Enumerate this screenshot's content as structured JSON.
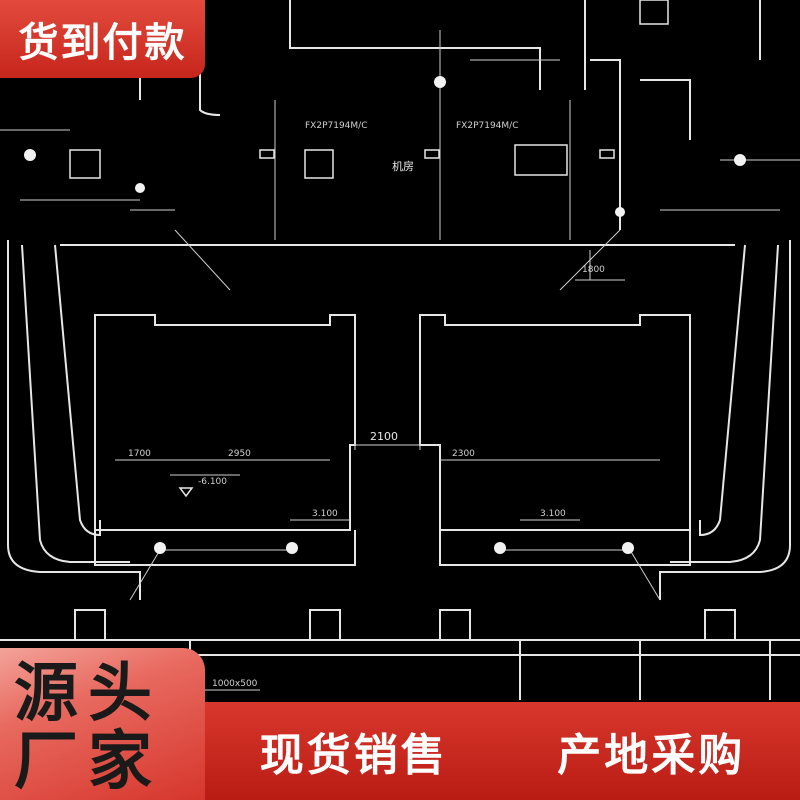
{
  "badge_top": {
    "label": "货到付款"
  },
  "banner": {
    "left_line1": "源头",
    "left_line2": "厂家",
    "right_slogan1": "现货销售",
    "right_slogan2": "产地采购"
  },
  "drawing": {
    "room_label": "机房",
    "dim_center": "2100",
    "dim_left_a": "1700",
    "dim_left_b": "2950",
    "dim_right_a": "2300",
    "dim_elev": "-6.100",
    "dim_left_level": "3.100",
    "dim_right_level": "3.100",
    "dim_lower_right": "1800",
    "dim_bottom": "1000x500",
    "fan_label_left": "FX2P7194M/C",
    "fan_label_right": "FX2P7194M/C",
    "legend_colors": {
      "line": "#e6e6e6",
      "badge": "#d3271d"
    }
  }
}
